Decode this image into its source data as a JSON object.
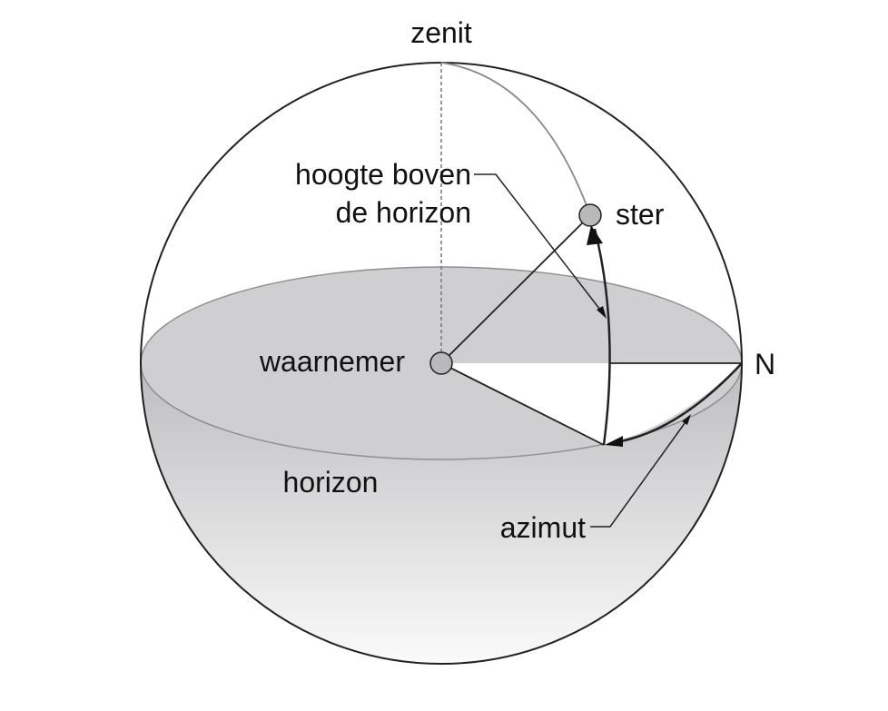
{
  "labels": {
    "zenith": "zenit",
    "altitude_line1": "hoogte boven",
    "altitude_line2": "de horizon",
    "star": "ster",
    "observer": "waarnemer",
    "north": "N",
    "horizon": "horizon",
    "azimuth": "azimut"
  },
  "colors": {
    "outline": "#222222",
    "horizon_plane": "#cfcfd2",
    "lower_hemisphere_top": "#bdbdc0",
    "lower_hemisphere_bottom": "#fafafa",
    "marker_fill": "#b9b9bc",
    "meridian_arc": "#8a8a8a"
  }
}
